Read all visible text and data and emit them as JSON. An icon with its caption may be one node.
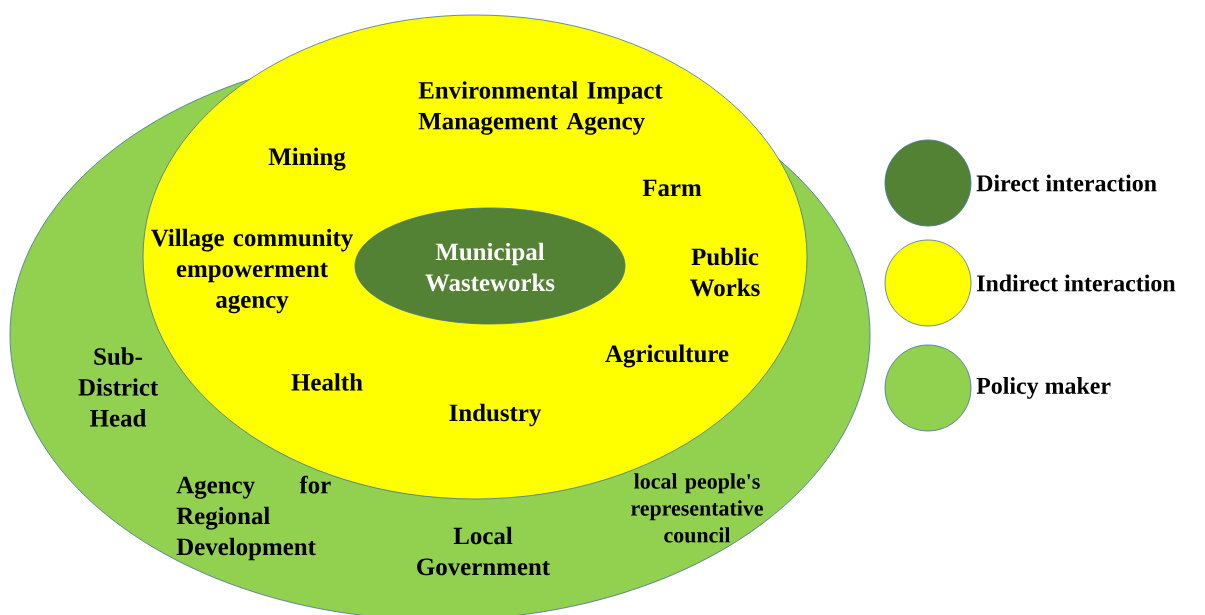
{
  "diagram": {
    "nodes": [
      {
        "text": [
          "Sub-District Head",
          "Agency for Regional Development",
          "Local Government",
          "local people's representative council"
        ]
      },
      {
        "text": [
          "Environmental Impact Management Agency",
          "Mining",
          "Farm",
          "Village community empowerment agency",
          "Public Works",
          "Agriculture",
          "Health",
          "Industry"
        ],
        "in": 0
      },
      {
        "text": [
          "Municipal Wasteworks"
        ],
        "in": 1
      }
    ],
    "edges": [],
    "legend": [
      {
        "text": "Direct interaction",
        "color": "#548235"
      },
      {
        "text": "Indirect interaction",
        "color": "#ffff00"
      },
      {
        "text": "Policy maker",
        "color": "#92d050"
      }
    ]
  }
}
